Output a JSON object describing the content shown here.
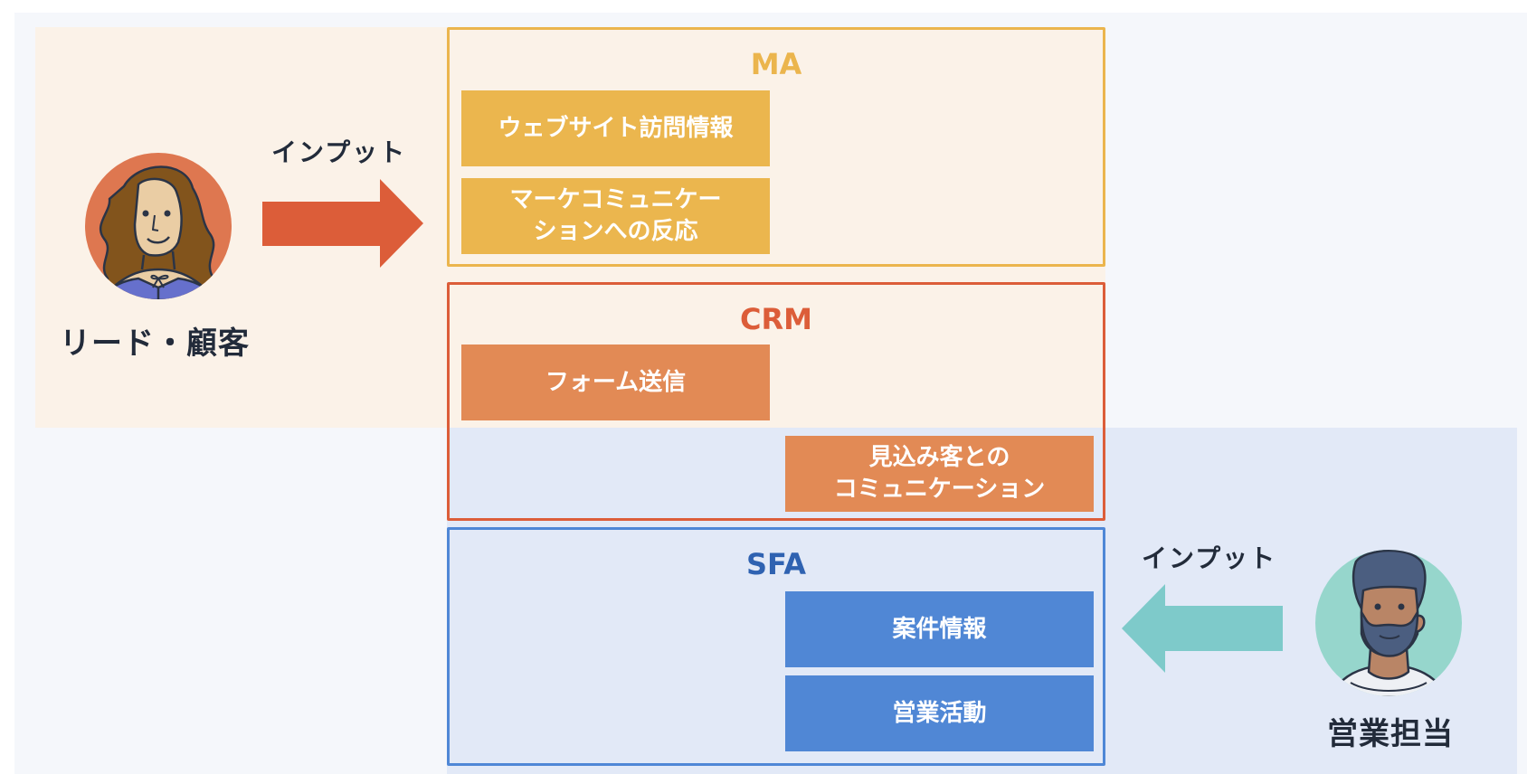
{
  "lead": {
    "label": "リード・顧客",
    "input_label": "インプット",
    "arrow_color": "#dc5d39",
    "avatar_bg": "#de7750"
  },
  "sales_rep": {
    "label": "営業担当",
    "input_label": "インプット",
    "arrow_color": "#7ecaca",
    "avatar_bg": "#96d6cc"
  },
  "systems": {
    "ma": {
      "title": "MA",
      "color": "#ebb54d",
      "items": [
        "ウェブサイト訪問情報",
        "マーケコミュニケーションへの反応"
      ]
    },
    "crm": {
      "title": "CRM",
      "color": "#dc5d39",
      "items": [
        "フォーム送信",
        "見込み客とのコミュニケーション"
      ]
    },
    "sfa": {
      "title": "SFA",
      "color": "#4f87d6",
      "items": [
        "案件情報",
        "営業活動"
      ]
    }
  },
  "item_lines": {
    "ma_1_line1": "マーケコミュニケー",
    "ma_1_line2": "ションへの反応",
    "crm_1_line1": "見込み客との",
    "crm_1_line2": "コミュニケーション"
  }
}
